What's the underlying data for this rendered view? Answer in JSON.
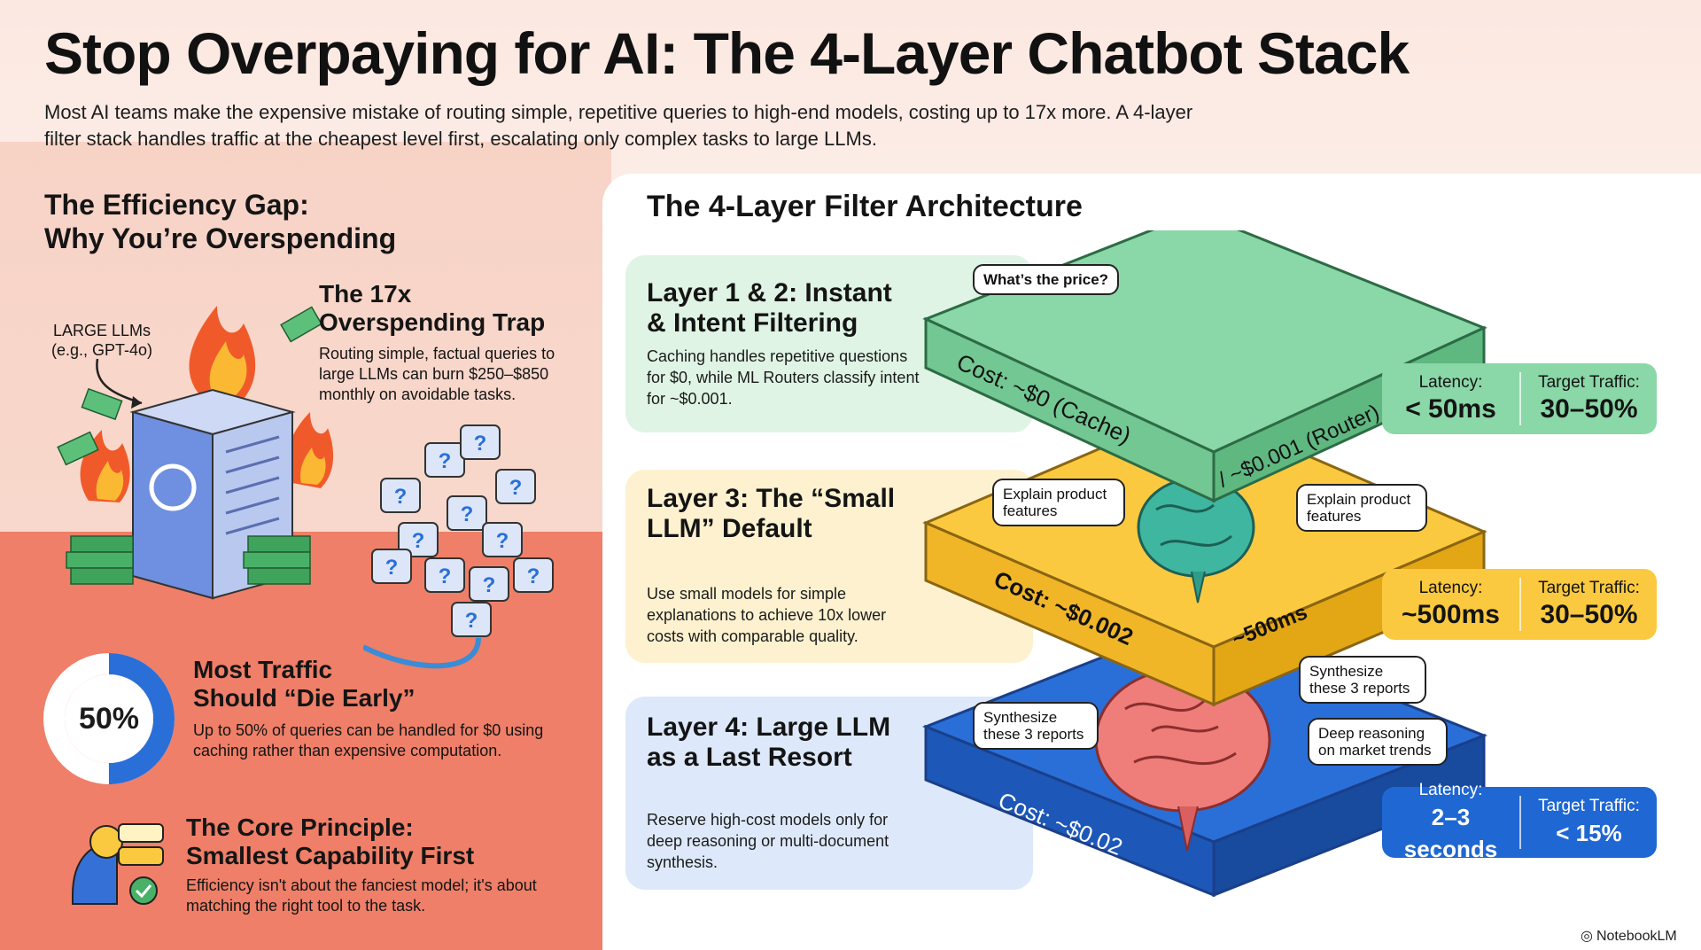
{
  "header": {
    "title": "Stop Overpaying for AI: The 4-Layer Chatbot Stack",
    "intro": "Most AI teams make the expensive mistake of routing simple, repetitive queries to high-end models, costing up to 17x more. A 4-layer filter stack handles traffic at the cheapest level first, escalating only complex tasks to large LLMs."
  },
  "left": {
    "section_title_line1": "The Efficiency Gap:",
    "section_title_line2": "Why You’re Overspending",
    "llm_tag_line1": "LARGE LLMs",
    "llm_tag_line2": "(e.g., GPT-4o)",
    "trap_title_line1": "The 17x",
    "trap_title_line2": "Overspending Trap",
    "trap_body": "Routing simple, factual queries to large LLMs can burn $250–$850 monthly on avoidable tasks.",
    "donut_value": "50%",
    "donut_fraction": 0.5,
    "die_title_line1": "Most Traffic",
    "die_title_line2": "Should “Die Early”",
    "die_body": "Up to 50% of queries can be handled for $0 using caching rather than expensive computation.",
    "core_title_line1": "The Core Principle:",
    "core_title_line2": "Smallest Capability First",
    "core_body": "Efficiency isn't about the fanciest model; it's about matching the right tool to the task."
  },
  "right": {
    "title": "The 4-Layer Filter Architecture",
    "layers": [
      {
        "title": "Layer 1 & 2: Instant & Intent Filtering",
        "body": "Caching handles repetitive questions for $0, while ML Routers classify intent for ~$0.001.",
        "latency_label": "Latency:",
        "latency": "< 50ms",
        "traffic_label": "Target Traffic:",
        "traffic": "30–50%",
        "cost_left": "Cost: ~$0 (Cache)",
        "cost_right": "/ ~$0.001 (Router)"
      },
      {
        "title": "Layer 3: The “Small LLM” Default",
        "body": "Use small models for simple explanations to achieve 10x lower costs with comparable quality.",
        "latency_label": "Latency:",
        "latency": "~500ms",
        "traffic_label": "Target Traffic:",
        "traffic": "30–50%",
        "cost_left": "Cost: ~$0.002",
        "cost_right": "~500ms"
      },
      {
        "title": "Layer 4: Large LLM as a Last Resort",
        "body": "Reserve high-cost models only for deep reasoning or multi-document synthesis.",
        "latency_label": "Latency:",
        "latency": "2–3 seconds",
        "traffic_label": "Target Traffic:",
        "traffic": "< 15%",
        "cost_left": "Cost: ~$0.02",
        "cost_right": ""
      }
    ],
    "bubbles": {
      "price": "What’s the price?",
      "explain": "Explain product features",
      "synth": "Synthesize these 3 reports",
      "deep": "Deep reasoning on market trends"
    }
  },
  "footer": {
    "brand": "NotebookLM"
  },
  "colors": {
    "layer1": "#8ad7a7",
    "layer2": "#fbc93f",
    "layer3": "#1f67d3",
    "donut_fill": "#2a6fd8",
    "left_bg": "#ef7f68"
  }
}
